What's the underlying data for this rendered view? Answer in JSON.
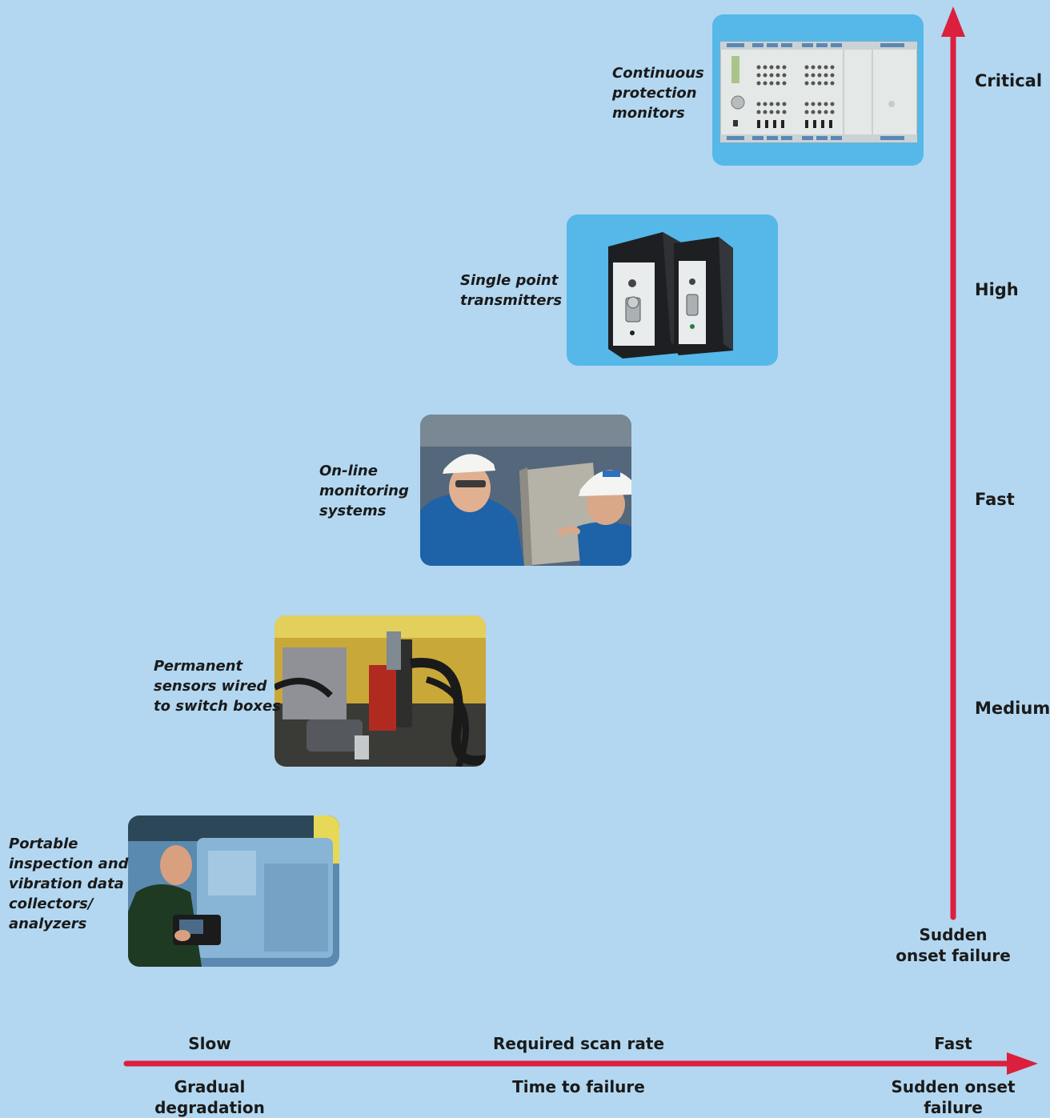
{
  "items": [
    {
      "label": "Continuous\nprotection\nmonitors",
      "image": "protection-monitor-rack"
    },
    {
      "label": "Single point\ntransmitters",
      "image": "transmitter-modules"
    },
    {
      "label": "On-line\nmonitoring\nsystems",
      "image": "technicians-with-cabinet"
    },
    {
      "label": "Permanent\nsensors wired\nto switch boxes",
      "image": "wired-sensors-machinery"
    },
    {
      "label": "Portable\ninspection and\nvibration data\ncollectors/\nanalyzers",
      "image": "technician-with-handheld-collector"
    }
  ],
  "y_axis": {
    "ticks": [
      "Critical",
      "High",
      "Fast",
      "Medium"
    ],
    "bottom_label": "Sudden\nonset failure"
  },
  "x_axis": {
    "top_left": "Slow",
    "top_center": "Required scan rate",
    "top_right": "Fast",
    "bottom_left": "Gradual\ndegradation",
    "bottom_center": "Time to failure",
    "bottom_right": "Sudden onset\nfailure"
  },
  "colors": {
    "background": "#b3d7f0",
    "arrow": "#dc1f3c",
    "photo_frame": "#55b8e8"
  }
}
